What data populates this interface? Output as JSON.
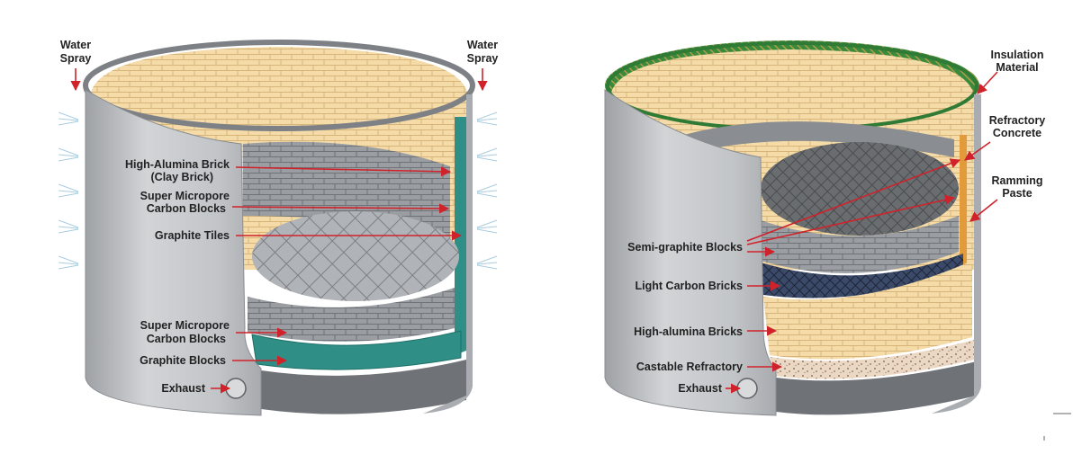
{
  "left_diagram": {
    "water_spray_left": [
      "Water",
      "Spray"
    ],
    "water_spray_right": [
      "Water",
      "Spray"
    ],
    "labels": {
      "high_alumina_brick": [
        "High-Alumina Brick",
        "(Clay Brick)"
      ],
      "super_micropore_top": [
        "Super Micropore",
        "Carbon Blocks"
      ],
      "graphite_tiles": "Graphite Tiles",
      "super_micropore_bottom": [
        "Super Micropore",
        "Carbon Blocks"
      ],
      "graphite_blocks": "Graphite Blocks",
      "exhaust": "Exhaust"
    }
  },
  "right_diagram": {
    "labels": {
      "insulation_material": [
        "Insulation",
        "Material"
      ],
      "refractory_concrete": [
        "Refractory",
        "Concrete"
      ],
      "ramming_paste": [
        "Ramming",
        "Paste"
      ],
      "semi_graphite_blocks": "Semi-graphite Blocks",
      "light_carbon_bricks": "Light Carbon Bricks",
      "high_alumina_bricks": "High-alumina Bricks",
      "castable_refractory": "Castable Refractory",
      "exhaust": "Exhaust"
    }
  },
  "colors": {
    "arrow": "#d0222a",
    "shell": "#b9bcc0",
    "brick": "#f3d9a4",
    "carbon_grey": "#8f9296",
    "graphite_teal": "#2f8f86",
    "insulation_green": "#2f7a35"
  }
}
